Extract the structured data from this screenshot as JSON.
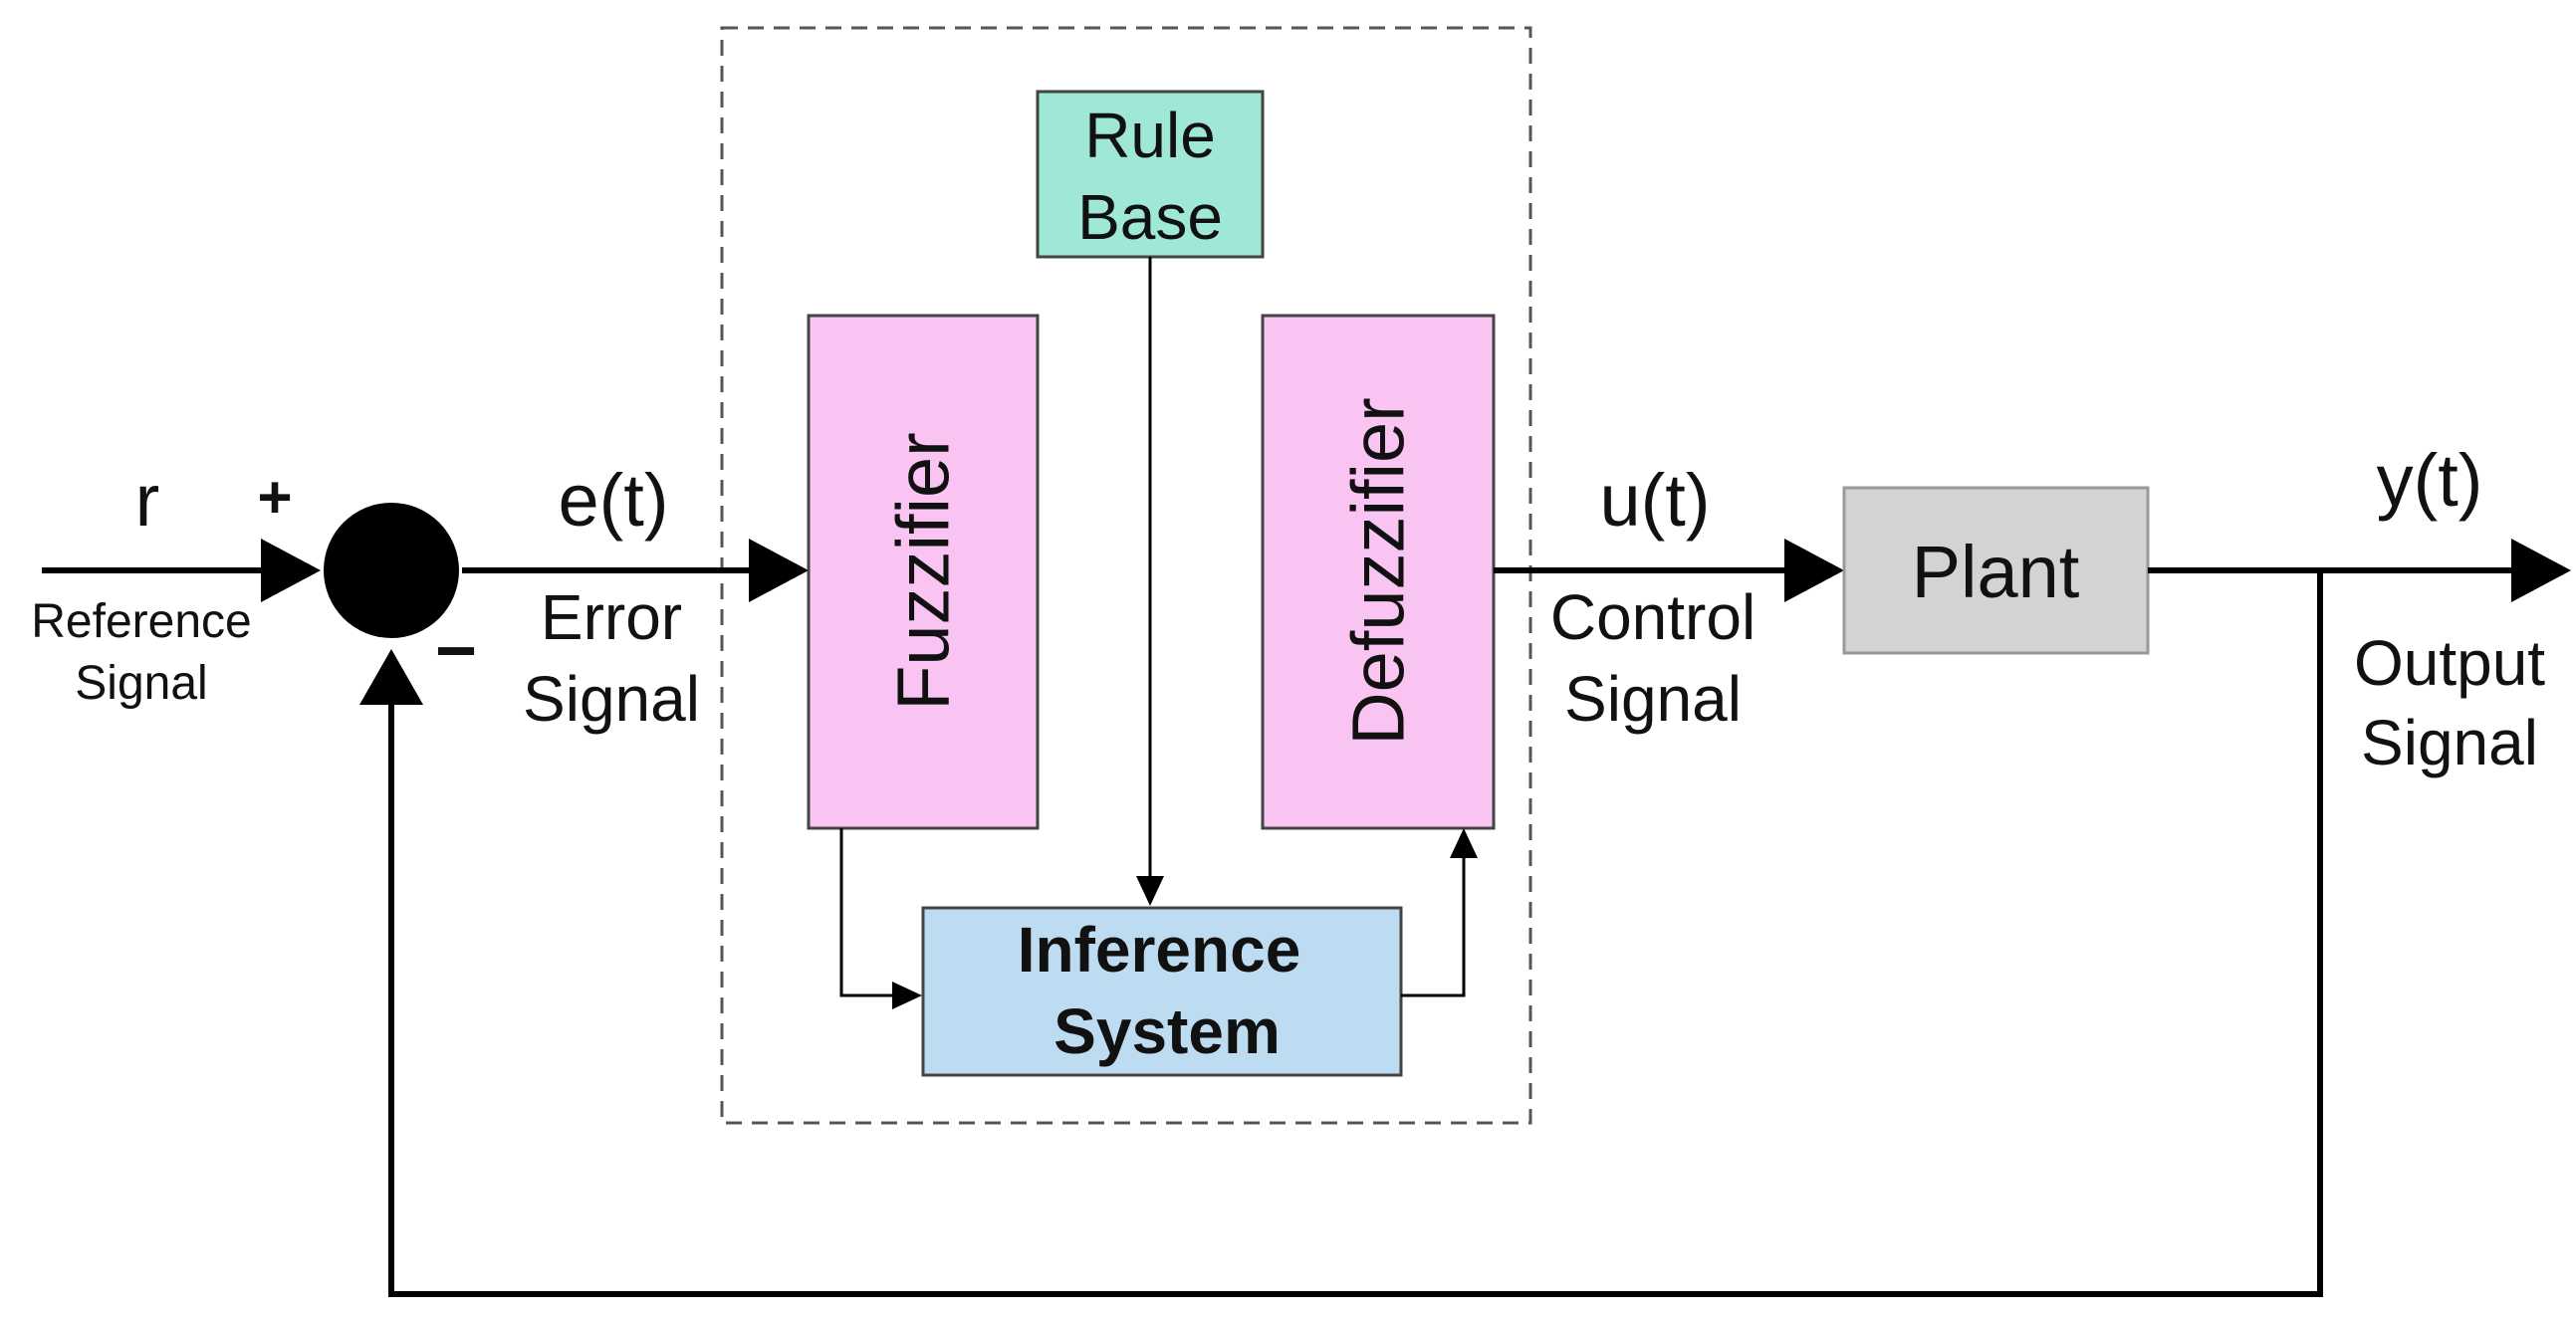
{
  "blocks": {
    "rule_base": {
      "lines": [
        "Rule",
        "Base"
      ],
      "fill": "#9fe8d8"
    },
    "fuzzifier": {
      "label": "Fuzzifier",
      "fill": "#f9c3f2"
    },
    "defuzzifier": {
      "label": "Defuzzifier",
      "fill": "#f9c3f2"
    },
    "inference_system": {
      "lines": [
        "Inference",
        "System"
      ],
      "fill": "#bddcf2"
    },
    "plant": {
      "label": "Plant",
      "fill": "#d3d3d3"
    }
  },
  "signals": {
    "reference": {
      "symbol": "r",
      "lines": [
        "Reference",
        "Signal"
      ]
    },
    "error": {
      "symbol": "e(t)",
      "lines": [
        "Error",
        "Signal"
      ]
    },
    "control": {
      "symbol": "u(t)",
      "lines": [
        "Control",
        "Signal"
      ]
    },
    "output": {
      "symbol": "y(t)",
      "lines": [
        "Output",
        "Signal"
      ]
    }
  },
  "summing_junction": {
    "plus": "+",
    "minus": "−"
  }
}
